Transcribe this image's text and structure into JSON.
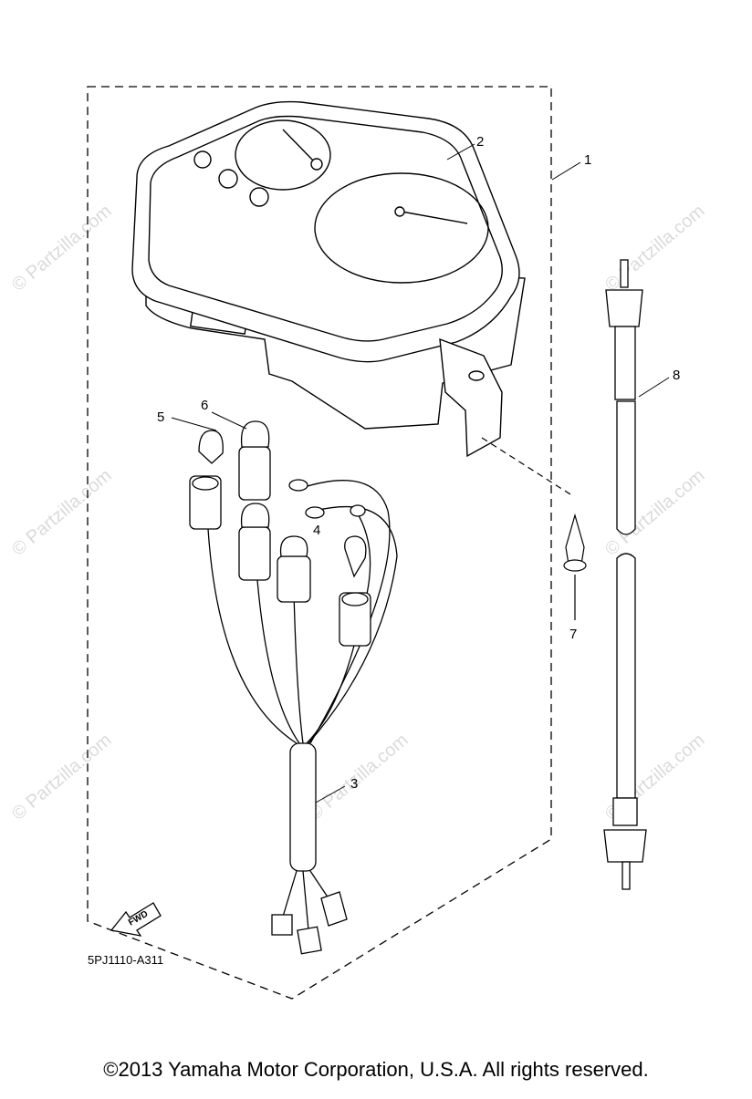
{
  "callouts": [
    {
      "id": "1",
      "label": "1"
    },
    {
      "id": "2",
      "label": "2"
    },
    {
      "id": "3",
      "label": "3"
    },
    {
      "id": "4",
      "label": "4"
    },
    {
      "id": "5",
      "label": "5"
    },
    {
      "id": "6",
      "label": "6"
    },
    {
      "id": "7",
      "label": "7"
    },
    {
      "id": "8",
      "label": "8"
    }
  ],
  "fwd_label": "FWD",
  "diagram_code": "5PJ1110-A311",
  "watermark": "© Partzilla.com",
  "copyright": "©2013  Yamaha Motor Corporation, U.S.A. All rights reserved."
}
